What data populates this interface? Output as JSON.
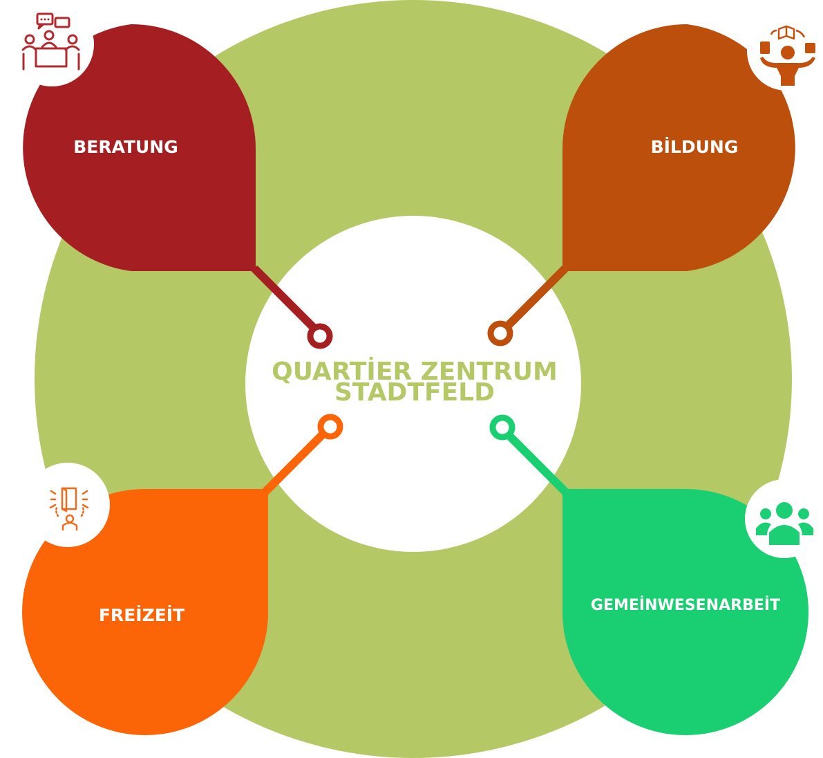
{
  "title": {
    "line1": "QUARTİER ZENTRUM",
    "line2": "STADTFELD"
  },
  "petals": [
    {
      "key": "beratung",
      "label": "BERATUNG",
      "color": "#a51e22",
      "icon": "meeting-icon"
    },
    {
      "key": "bildung",
      "label": "BİLDUNG",
      "color": "#bc4f0b",
      "icon": "teacher-books-icon"
    },
    {
      "key": "freizeit",
      "label": "FREİZEİT",
      "color": "#fb6507",
      "icon": "open-door-person-icon"
    },
    {
      "key": "gemeinwesenarbeit",
      "label": "GEMEİNWESENARBEİT",
      "color": "#1acf72",
      "icon": "group-people-icon"
    }
  ],
  "colors": {
    "ring": "#b5c866",
    "center": "#ffffff",
    "title": "#b5c866"
  }
}
